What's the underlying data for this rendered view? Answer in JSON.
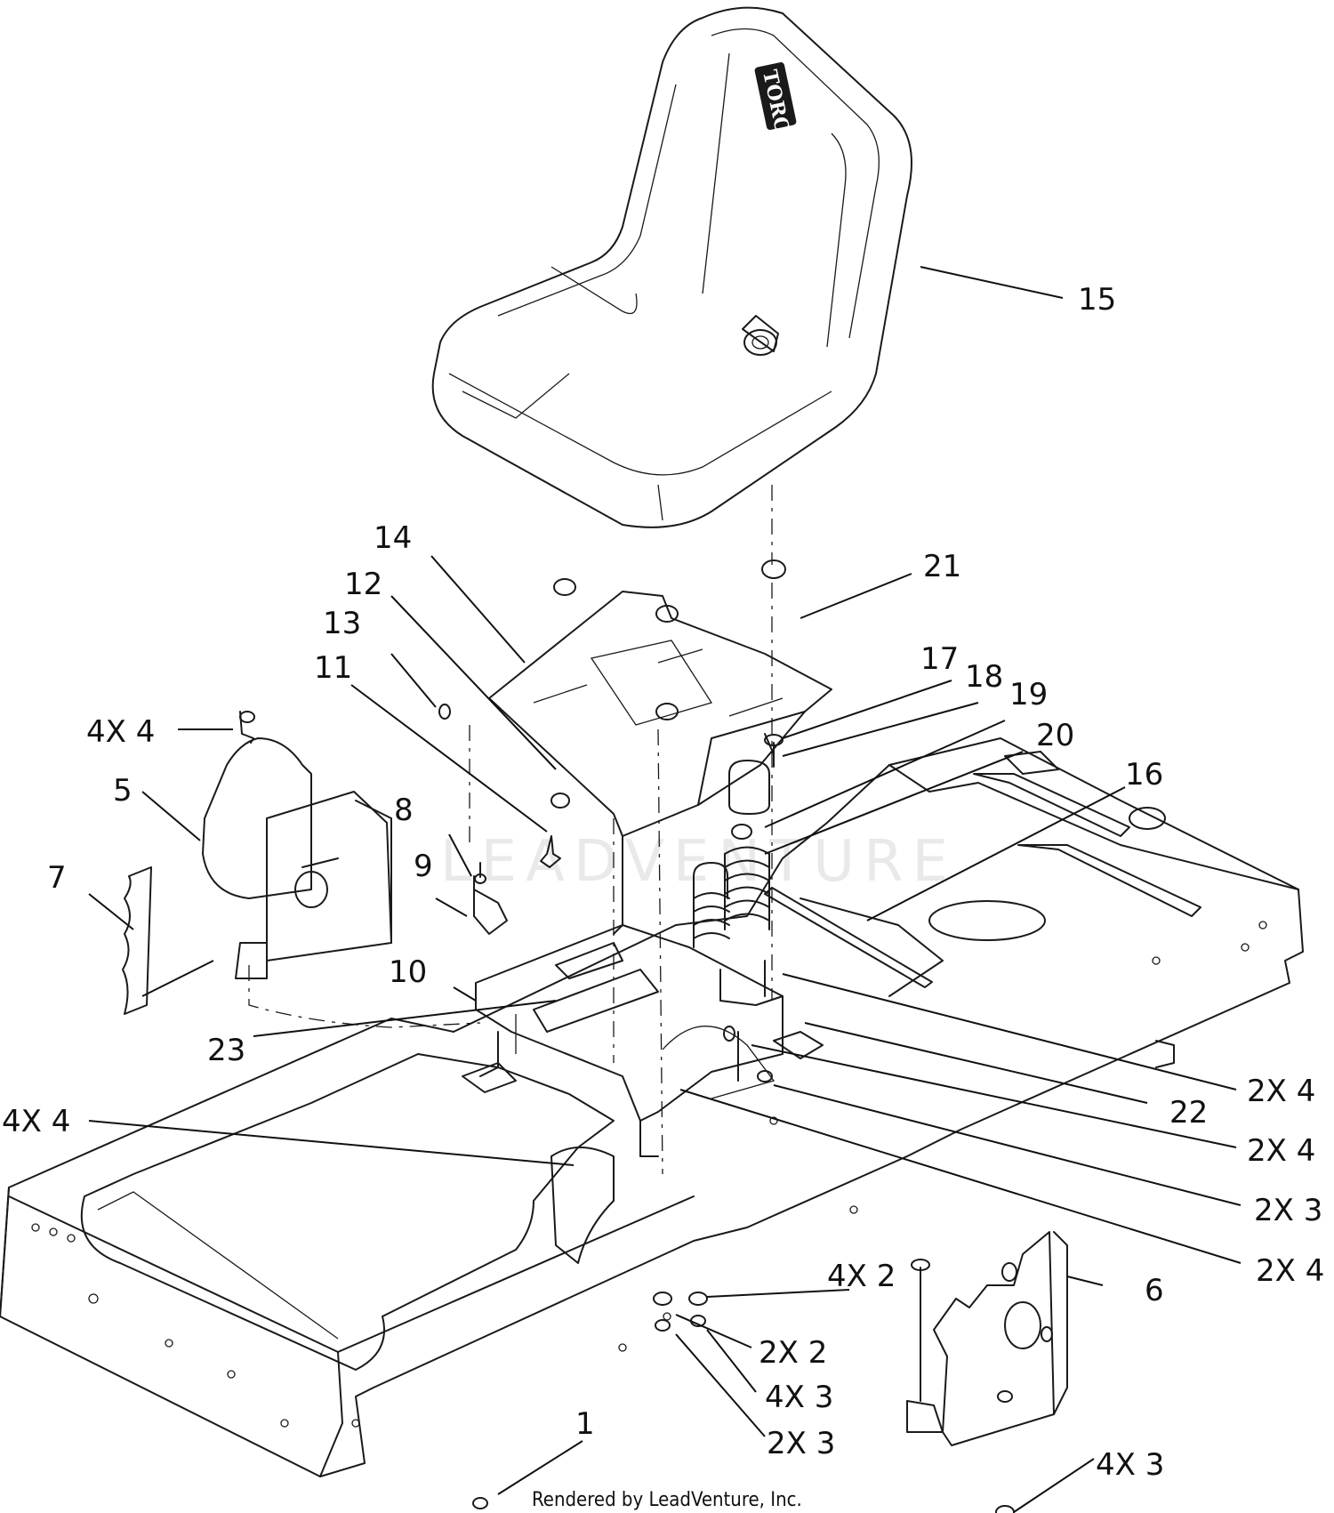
{
  "brand_label": "TORO",
  "watermark": "LEADVENTURE",
  "footer": "Rendered by LeadVenture, Inc.",
  "callouts": [
    {
      "id": "15",
      "text": "15"
    },
    {
      "id": "14",
      "text": "14"
    },
    {
      "id": "21",
      "text": "21"
    },
    {
      "id": "12",
      "text": "12"
    },
    {
      "id": "13",
      "text": "13"
    },
    {
      "id": "11",
      "text": "11"
    },
    {
      "id": "17",
      "text": "17"
    },
    {
      "id": "18",
      "text": "18"
    },
    {
      "id": "19",
      "text": "19"
    },
    {
      "id": "20",
      "text": "20"
    },
    {
      "id": "16",
      "text": "16"
    },
    {
      "id": "4x4a",
      "text": "4X 4"
    },
    {
      "id": "5",
      "text": "5"
    },
    {
      "id": "8",
      "text": "8"
    },
    {
      "id": "9",
      "text": "9"
    },
    {
      "id": "7",
      "text": "7"
    },
    {
      "id": "10",
      "text": "10"
    },
    {
      "id": "23",
      "text": "23"
    },
    {
      "id": "2x4a",
      "text": "2X 4"
    },
    {
      "id": "22",
      "text": "22"
    },
    {
      "id": "2x4b",
      "text": "2X 4"
    },
    {
      "id": "4x4b",
      "text": "4X 4"
    },
    {
      "id": "2x3a",
      "text": "2X 3"
    },
    {
      "id": "2x4c",
      "text": "2X 4"
    },
    {
      "id": "4x2",
      "text": "4X 2"
    },
    {
      "id": "6",
      "text": "6"
    },
    {
      "id": "2x2",
      "text": "2X 2"
    },
    {
      "id": "4x3a",
      "text": "4X 3"
    },
    {
      "id": "1",
      "text": "1"
    },
    {
      "id": "2x3b",
      "text": "2X 3"
    },
    {
      "id": "4x3b",
      "text": "4X 3"
    }
  ]
}
